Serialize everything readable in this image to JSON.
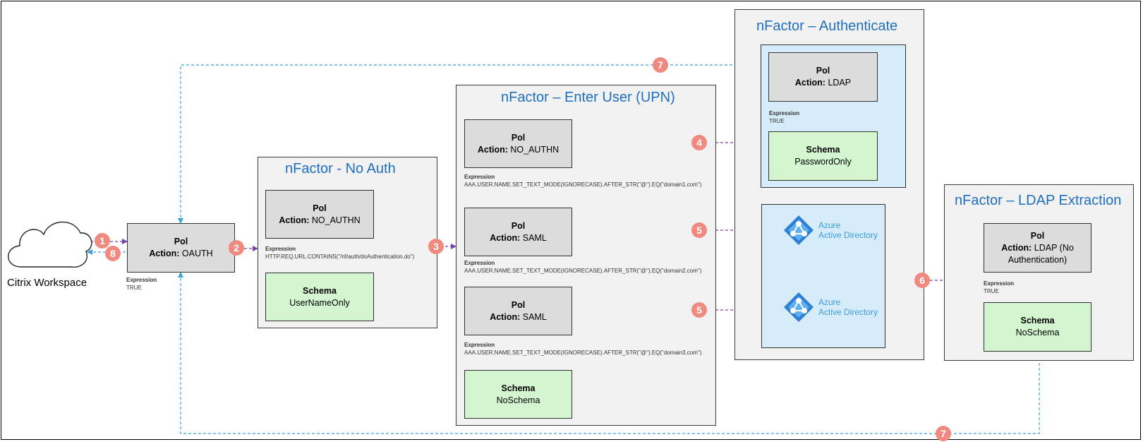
{
  "client": {
    "label": "Citrix Workspace"
  },
  "entry": {
    "pol_title": "Pol",
    "action_label": "Action:",
    "action_value": "OAUTH",
    "expression_label": "Expression",
    "expression_value": "TRUE"
  },
  "no_auth": {
    "title": "nFactor - No Auth",
    "pol_title": "Pol",
    "action_label": "Action:",
    "action_value": "NO_AUTHN",
    "expression_label": "Expression",
    "expression_value": "HTTP.REQ.URL.CONTAINS(\"/nf/auth/doAuthentication.do\")",
    "schema_title": "Schema",
    "schema_value": "UserNameOnly"
  },
  "enter_user": {
    "title": "nFactor – Enter User (UPN)",
    "policies": [
      {
        "pol_title": "Pol",
        "action_label": "Action:",
        "action_value": "NO_AUTHN",
        "expression_label": "Expression",
        "expression_value": "AAA.USER.NAME.SET_TEXT_MODE(IGNORECASE).AFTER_STR(\"@\").EQ(\"domain1.com\")"
      },
      {
        "pol_title": "Pol",
        "action_label": "Action:",
        "action_value": "SAML",
        "expression_label": "Expression",
        "expression_value": "AAA.USER.NAME.SET_TEXT_MODE(IGNORECASE).AFTER_STR(\"@\").EQ(\"domain2.com\")"
      },
      {
        "pol_title": "Pol",
        "action_label": "Action:",
        "action_value": "SAML",
        "expression_label": "Expression",
        "expression_value": "AAA.USER.NAME.SET_TEXT_MODE(IGNORECASE).AFTER_STR(\"@\").EQ(\"domain3.com\")"
      }
    ],
    "schema_title": "Schema",
    "schema_value": "NoSchema"
  },
  "authenticate": {
    "title": "nFactor – Authenticate",
    "pol_title": "Pol",
    "action_label": "Action:",
    "action_value": "LDAP",
    "expression_label": "Expression",
    "expression_value": "TRUE",
    "schema_title": "Schema",
    "schema_value": "PasswordOnly",
    "azure": [
      {
        "line1": "Azure",
        "line2": "Active Directory"
      },
      {
        "line1": "Azure",
        "line2": "Active Directory"
      }
    ]
  },
  "ldap_extraction": {
    "title": "nFactor – LDAP Extraction",
    "pol_title": "Pol",
    "action_label": "Action:",
    "action_value": "LDAP (No Authentication)",
    "expression_label": "Expression",
    "expression_value": "TRUE",
    "schema_title": "Schema",
    "schema_value": "NoSchema"
  },
  "steps": {
    "s1": "1",
    "s2": "2",
    "s3": "3",
    "s4": "4",
    "s5a": "5",
    "s5b": "5",
    "s6": "6",
    "s7a": "7",
    "s7b": "7",
    "s8": "8"
  },
  "colors": {
    "title_blue": "#1f6fbf",
    "flow_purple": "#7a3fb0",
    "return_blue": "#3aa0e0",
    "badge": "#f08a80",
    "schema_green": "#d3f5cf",
    "pol_gray": "#dcdcdc",
    "azure_blue": "#d7ecf9"
  }
}
